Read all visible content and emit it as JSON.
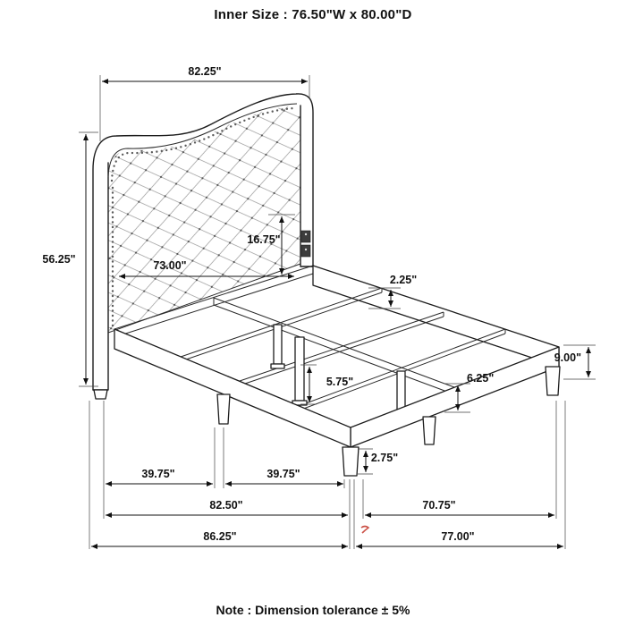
{
  "title": "Inner Size : 76.50\"W x 80.00\"D",
  "note": "Note : Dimension tolerance ± 5%",
  "colors": {
    "line": "#1c1c1c",
    "red_mark": "#c23327"
  },
  "dims": {
    "headboard_width": "82.25\"",
    "headboard_height": "56.25\"",
    "headboard_inner_width": "73.00\"",
    "headboard_panel_height": "16.75\"",
    "slat_thickness": "2.25\"",
    "side_rail_height": "9.00\"",
    "foot_rail_height": "6.25\"",
    "center_leg_height": "5.75\"",
    "front_leg_height": "2.75\"",
    "bottom_segment_left": "39.75\"",
    "bottom_segment_right": "39.75\"",
    "frame_width": "82.50\"",
    "side_frame_depth": "70.75\"",
    "overall_width": "86.25\"",
    "overall_depth": "77.00\""
  }
}
